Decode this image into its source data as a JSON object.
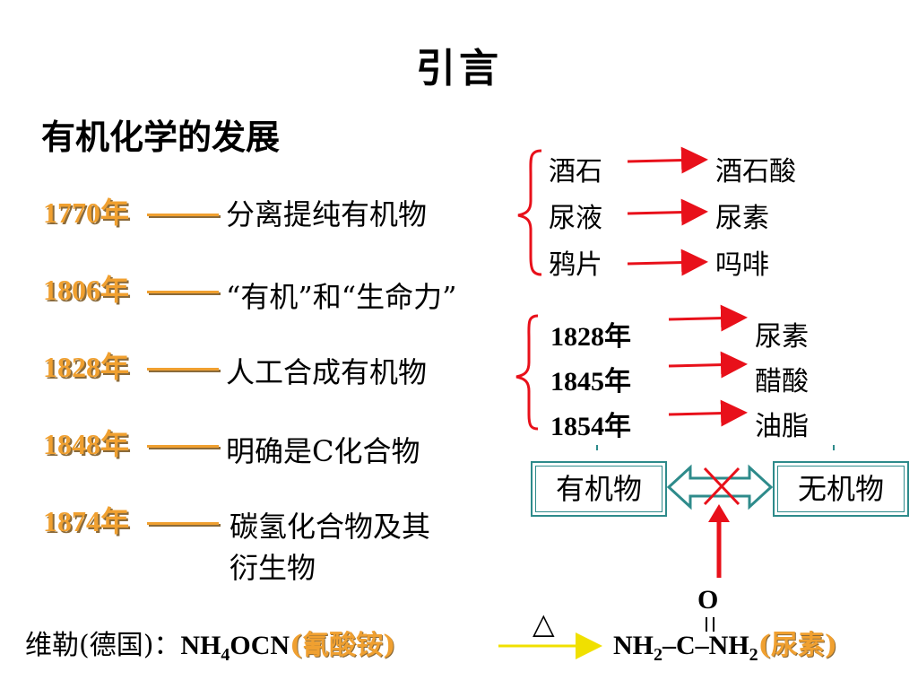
{
  "title": "引言",
  "subtitle": "有机化学的发展",
  "timeline": [
    {
      "year": "1770年",
      "event": "分离提纯有机物"
    },
    {
      "year": "1806年",
      "event": "“有机”和“生命力”"
    },
    {
      "year": "1828年",
      "event": "人工合成有机物"
    },
    {
      "year": "1848年",
      "event": "明确是C化合物"
    },
    {
      "year": "1874年",
      "event_line1": "碳氢化合物及其",
      "event_line2": "衍生物"
    }
  ],
  "separation": [
    {
      "from": "酒石",
      "to": "酒石酸"
    },
    {
      "from": "尿液",
      "to": "尿素"
    },
    {
      "from": "鸦片",
      "to": "吗啡"
    }
  ],
  "synthesis": [
    {
      "year": "1828年",
      "product": "尿素"
    },
    {
      "year": "1845年",
      "product": "醋酸"
    },
    {
      "year": "1854年",
      "product": "油脂"
    }
  ],
  "boxes": {
    "organic": "有机物",
    "inorganic": "无机物"
  },
  "reaction": {
    "prefix": "维勒(德国)：",
    "reactant_a": "NH",
    "reactant_sub": "4",
    "reactant_b": "OCN",
    "reactant_name": "(氰酸铵)",
    "heat": "△",
    "oxygen": "O",
    "product_a": "NH",
    "product_sub1": "2",
    "product_mid": "–C–NH",
    "product_sub2": "2",
    "product_name": "(尿素)"
  },
  "colors": {
    "year": "#f0a030",
    "arrow": "#e8101a",
    "box_border": "#2e8b8b",
    "reaction_arrow": "#f0e000"
  }
}
